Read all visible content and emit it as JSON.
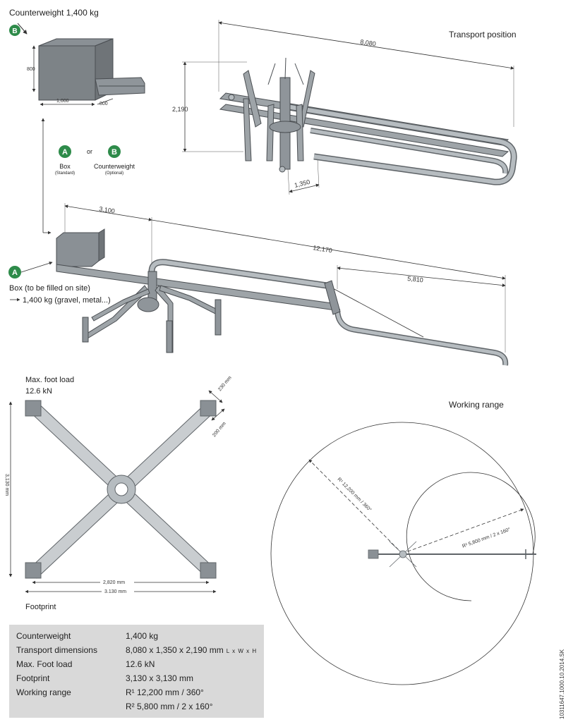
{
  "counterweight": {
    "title": "Counterweight 1,400 kg",
    "badge": "B",
    "dim_height": "800",
    "dim_width": "1,000",
    "dim_depth": "800"
  },
  "options": {
    "a_badge": "A",
    "a_label": "Box",
    "a_sub": "(Standard)",
    "or": "or",
    "b_badge": "B",
    "b_label": "Counterweight",
    "b_sub": "(Optional)"
  },
  "transport": {
    "title": "Transport position",
    "dim_length": "8,080",
    "dim_height": "2,190",
    "dim_width": "1,350"
  },
  "side_view": {
    "dim_box": "3,100",
    "dim_total": "12,170",
    "dim_second": "5,810",
    "box_badge": "A",
    "box_line1": "Box (to be filled on site)",
    "box_line2": "1,400 kg (gravel, metal...)"
  },
  "footprint": {
    "foot_load_line1": "Max. foot load",
    "foot_load_line2": "12.6 kN",
    "dim_pad_a": "230 mm",
    "dim_pad_b": "200 mm",
    "dim_side": "3,130 mm",
    "dim_inner": "2,820 mm",
    "dim_outer": "3.130 mm",
    "title": "Footprint"
  },
  "working_range": {
    "title": "Working range",
    "r1_label": "R¹ 12,200 mm / 360°",
    "r2_label": "R² 5,800 mm / 2 x 160°"
  },
  "specs": [
    {
      "key": "Counterweight",
      "value": "1,400 kg",
      "unit": ""
    },
    {
      "key": "Transport dimensions",
      "value": "8,080 x 1,350 x 2,190 mm",
      "unit": "L x W x H"
    },
    {
      "key": "Max. Foot load",
      "value": "12.6 kN",
      "unit": ""
    },
    {
      "key": "Footprint",
      "value": "3,130 x 3,130 mm",
      "unit": ""
    },
    {
      "key": "Working range",
      "value": "R¹  12,200 mm / 360°",
      "unit": ""
    },
    {
      "key": "",
      "value": "R²  5,800 mm / 2 x 160°",
      "unit": ""
    }
  ],
  "doc_code": "10311647.1000.10.2014.SK",
  "colors": {
    "badge_green": "#2e8b4a",
    "frame_gray": "#9ea4a8",
    "frame_dark": "#5f6468",
    "spec_bg": "#d9d9d9"
  }
}
